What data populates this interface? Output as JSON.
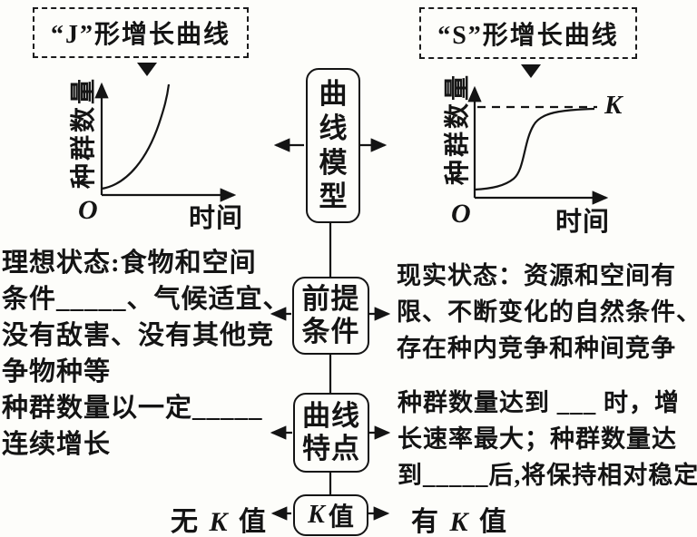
{
  "top_labels": {
    "j_curve": "“J”形增长曲线",
    "s_curve": "“S”形增长曲线"
  },
  "graphs": {
    "left": {
      "y_axis": "种群数量",
      "x_axis": "时间",
      "origin": "O"
    },
    "right": {
      "y_axis": "种群数量",
      "x_axis": "时间",
      "origin": "O",
      "k_label": "K"
    }
  },
  "flow_boxes": {
    "model": "曲线模型",
    "premise": "前提条件",
    "feature": "曲线特点",
    "k_box": {
      "k": "K",
      "zhi": "值"
    }
  },
  "blocks": {
    "ideal": {
      "lines": [
        "理想状态:食物和空间",
        "条件_____、气候适宜、",
        "没有敌害、没有其他竞",
        "争物种等"
      ]
    },
    "reality": {
      "lines": [
        "现实状态：资源和空间有",
        "限、不断变化的自然条件、",
        "存在种内竞争和种间竞争"
      ]
    },
    "rate": {
      "lines": [
        "种群数量以一定_____",
        "连续增长"
      ]
    },
    "peak": {
      "lines": [
        "种群数量达到 ___ 时，增",
        "长速率最大；种群数量达",
        "到_____后,将保持相对稳定"
      ]
    }
  },
  "bottom": {
    "no_k": {
      "prefix": "无",
      "k": "K",
      "suffix": "值"
    },
    "has_k": {
      "prefix": "有",
      "k": "K",
      "suffix": "值"
    }
  },
  "colors": {
    "ink": "#141414",
    "paper": "#fdfdfa"
  }
}
